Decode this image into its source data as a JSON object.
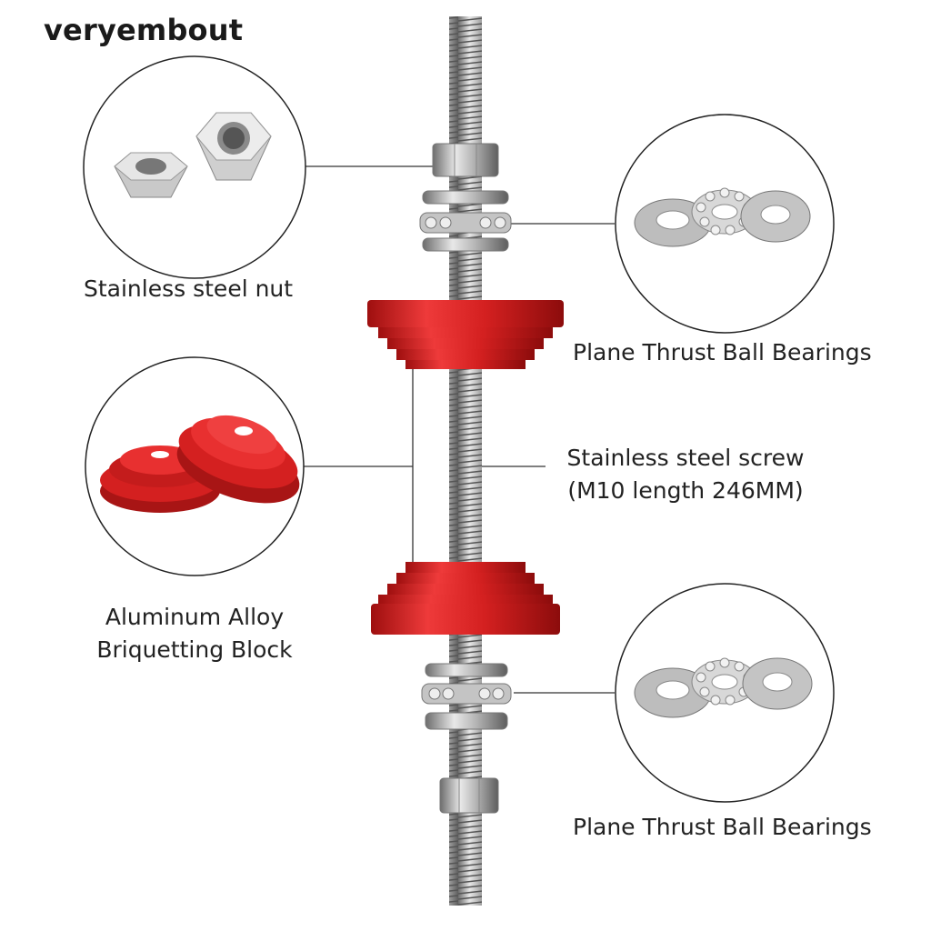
{
  "brand": {
    "name": "veryembout"
  },
  "labels": {
    "nut": "Stainless steel nut",
    "bearing_top": "Plane Thrust Ball Bearings",
    "screw_line1": "Stainless steel screw",
    "screw_line2": "(M10 length 246MM)",
    "block_line1": "Aluminum Alloy",
    "block_line2": "Briquetting Block",
    "bearing_bottom": "Plane Thrust Ball Bearings"
  },
  "colors": {
    "red_block": "#d42020",
    "steel": "#a9a9a9",
    "callout_line": "#333333"
  }
}
